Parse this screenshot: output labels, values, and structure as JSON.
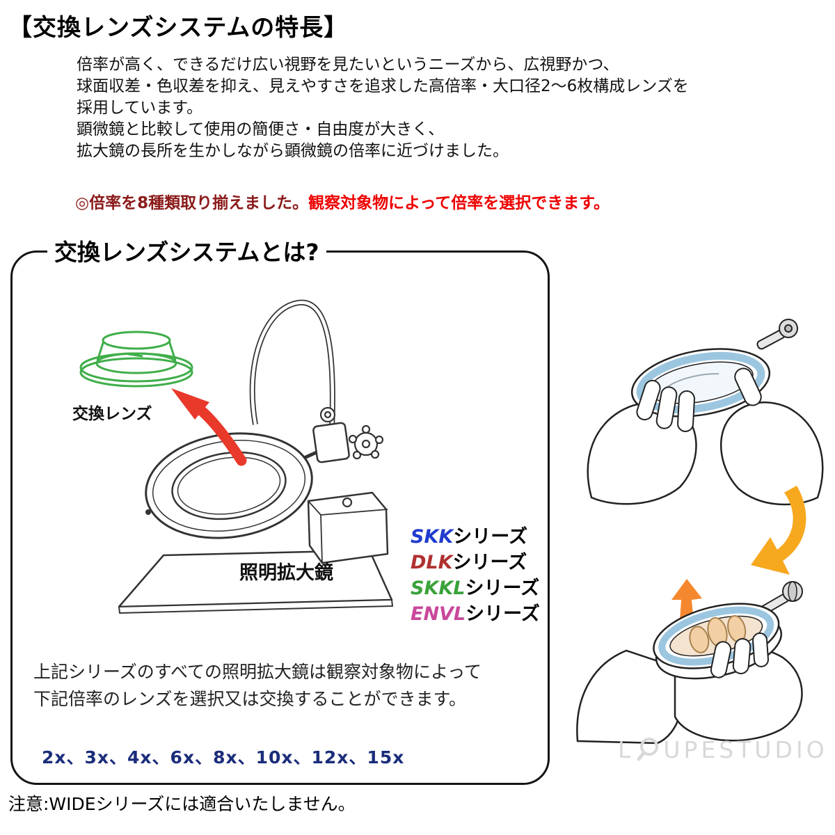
{
  "page": {
    "title": "【交換レンズシステムの特長】",
    "intro_lines": [
      "倍率が高く、できるだけ広い視野を見たいというニーズから、広視野かつ、",
      "球面収差・色収差を抑え、見えやすさを追求した高倍率・大口径2〜6枚構成レンズを",
      "採用しています。",
      "顕微鏡と比較して使用の簡便さ・自由度が大きく、",
      "拡大鏡の長所を生かしながら顕微鏡の倍率に近づけました。"
    ],
    "highlight": {
      "lead": "◎倍率を8種類取り揃えました。",
      "tail": "観察対象物によって倍率を選択できます。",
      "lead_color": "#8b1a1a",
      "tail_color": "#ee0000"
    }
  },
  "box": {
    "title": "交換レンズシステムとは?",
    "replacement_lens_label": "交換レンズ",
    "magnifier_label": "照明拡大鏡",
    "series": [
      {
        "code": "SKK",
        "suffix": "シリーズ",
        "color": "#1f3bd0"
      },
      {
        "code": "DLK",
        "suffix": "シリーズ",
        "color": "#b03030"
      },
      {
        "code": "SKKL",
        "suffix": "シリーズ",
        "color": "#3aa23a"
      },
      {
        "code": "ENVL",
        "suffix": "シリーズ",
        "color": "#c8489b"
      }
    ],
    "description_lines": [
      "上記シリーズのすべての照明拡大鏡は観察対象物によって",
      "下記倍率のレンズを選択又は交換することができます。"
    ],
    "magnifications": "2x、3x、4x、6x、8x、10x、12x、15x",
    "magnifications_color": "#1b2d7a"
  },
  "footer": {
    "note": "注意:WIDEシリーズには適合いたしません。"
  },
  "watermark": {
    "prefix": "L",
    "suffix": "UPESTUDIO",
    "color": "#d8d8d8"
  },
  "icons": {
    "lamp_illustration": "illuminated-magnifier-line-art",
    "green_lens_illustration": "replacement-lens-outline",
    "red_arrow": "lens-swap-arrow",
    "hands_illustration": "hands-exchanging-lens-ring",
    "orange_arrows": "rotate-and-insert-arrows",
    "loupe_logo": "loupe-icon"
  }
}
